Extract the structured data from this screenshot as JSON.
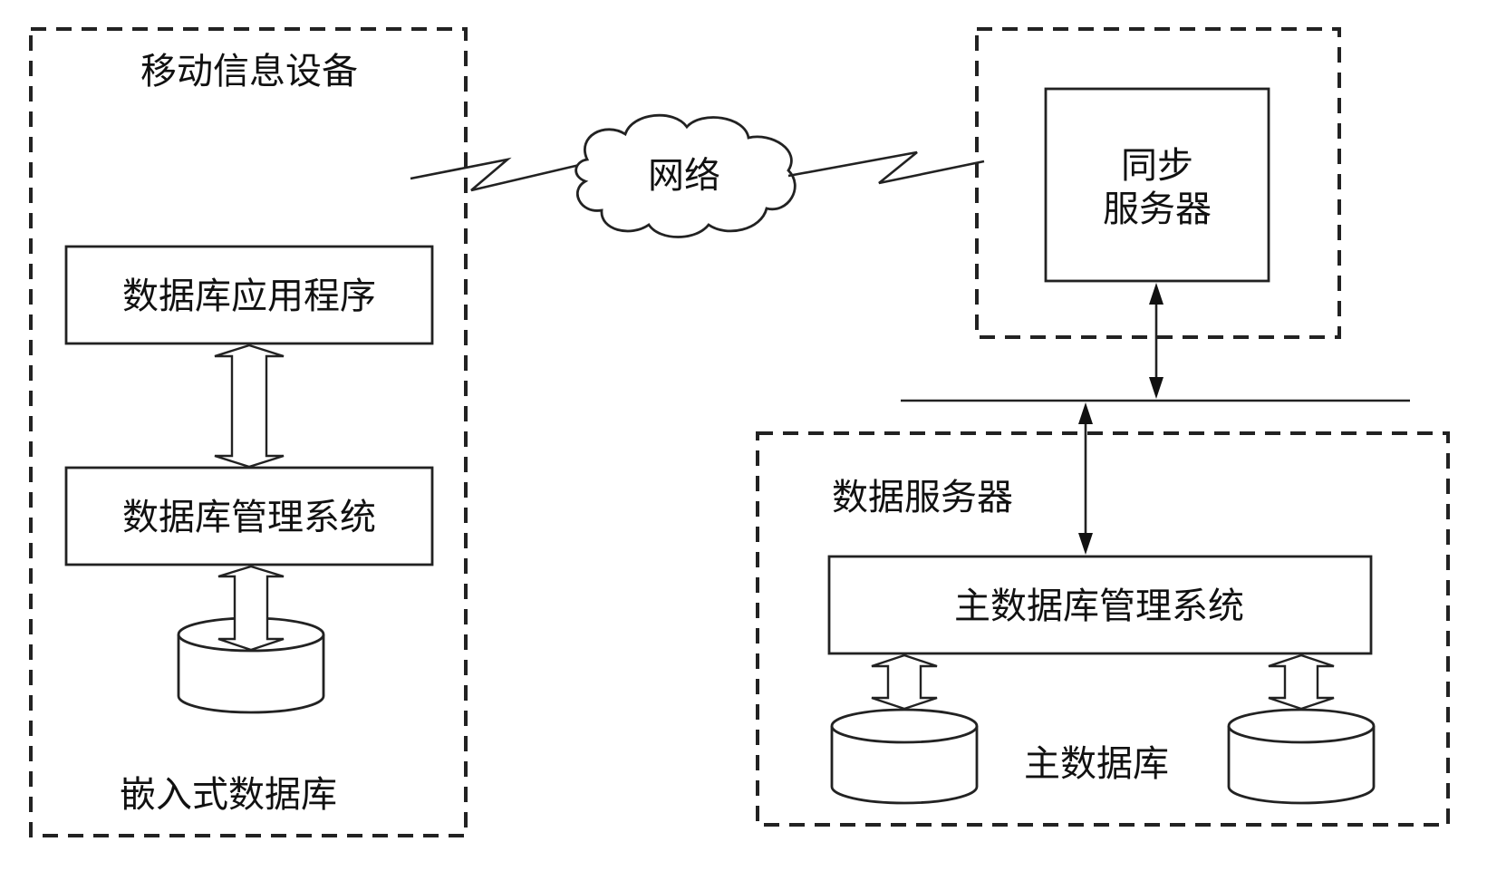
{
  "mobile_device": {
    "title": "移动信息设备",
    "app_box": "数据库应用程序",
    "dbms_box": "数据库管理系统",
    "embedded_db": "嵌入式数据库"
  },
  "network": {
    "label": "网络"
  },
  "sync_server": {
    "line1": "同步",
    "line2": "服务器"
  },
  "data_server": {
    "title": "数据服务器",
    "main_dbms_box": "主数据库管理系统",
    "main_db": "主数据库"
  }
}
